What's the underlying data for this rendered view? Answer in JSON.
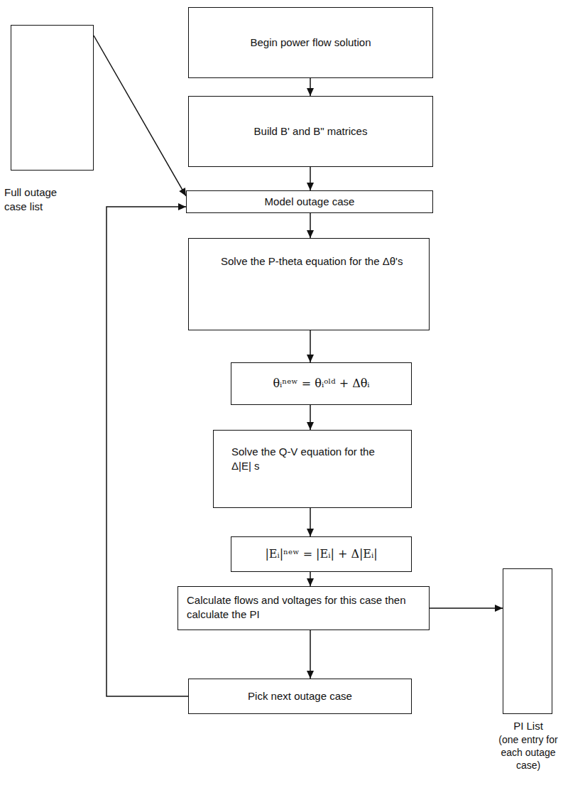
{
  "diagram": {
    "nodes": [
      {
        "text": [
          "Begin power flow solution"
        ]
      },
      {
        "text": [
          "Full outage case list"
        ]
      },
      {
        "text": [
          "Build B' and B\" matrices"
        ]
      },
      {
        "text": [
          "Model outage case"
        ]
      },
      {
        "text": [
          "Solve the P-theta equation for the Δθ's"
        ]
      },
      {
        "text": [
          "θᵢⁿᵉʷ = θᵢᵒˡᵈ + Δθᵢ"
        ]
      },
      {
        "text": [
          "Solve the Q-V equation for the Δ|E| s"
        ]
      },
      {
        "text": [
          "|Eᵢ|ⁿᵉʷ = |Eᵢ| + Δ|Eᵢ|"
        ]
      },
      {
        "text": [
          "Calculate flows and voltages for this case then calculate the PI"
        ]
      },
      {
        "text": [
          "Pick next outage case"
        ]
      },
      {
        "text": [
          "PI List",
          "(one entry for each outage case)"
        ]
      }
    ],
    "edges": [
      {
        "from": 0,
        "to": 2,
        "arrow": "to"
      },
      {
        "from": 2,
        "to": 3,
        "arrow": "to"
      },
      {
        "from": 1,
        "to": 3,
        "arrow": "to"
      },
      {
        "from": 3,
        "to": 4,
        "arrow": "to"
      },
      {
        "from": 4,
        "to": 5,
        "arrow": "to"
      },
      {
        "from": 5,
        "to": 6,
        "arrow": "to"
      },
      {
        "from": 6,
        "to": 7,
        "arrow": "to"
      },
      {
        "from": 7,
        "to": 8,
        "arrow": "to"
      },
      {
        "from": 8,
        "to": 10,
        "arrow": "to"
      },
      {
        "from": 8,
        "to": 9,
        "arrow": "to"
      },
      {
        "from": 9,
        "to": 3,
        "arrow": "to"
      }
    ]
  }
}
